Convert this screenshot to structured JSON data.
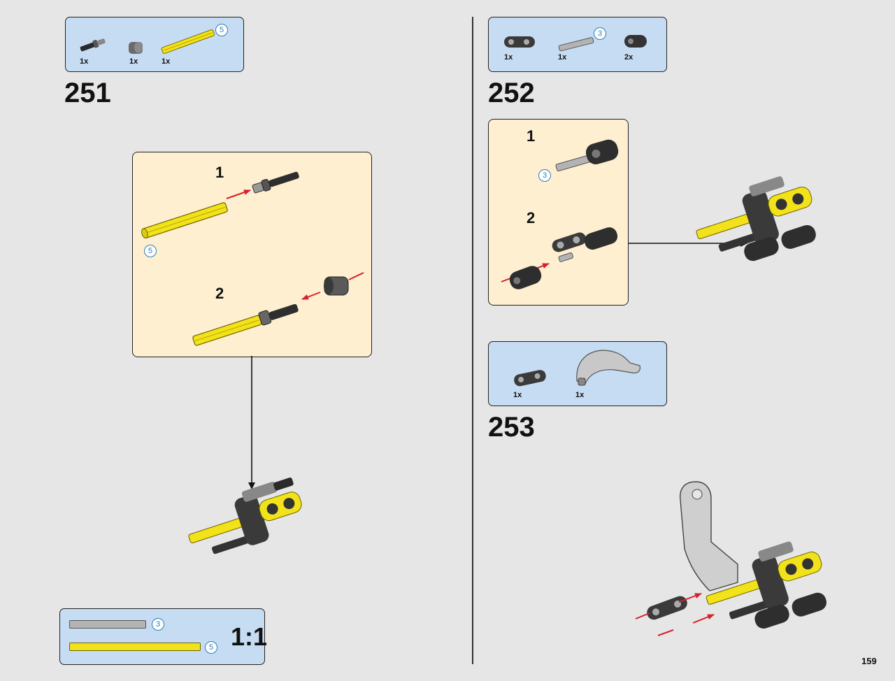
{
  "page_number": "159",
  "steps": [
    {
      "number": "251",
      "parts": [
        {
          "qty": "1x",
          "part": "axle-pin-icon"
        },
        {
          "qty": "1x",
          "part": "bush-icon"
        },
        {
          "qty": "1x",
          "part": "axle-5-icon",
          "length_badge": "5"
        }
      ],
      "substeps": [
        {
          "label": "1",
          "length_badge": "5"
        },
        {
          "label": "2"
        }
      ]
    },
    {
      "number": "252",
      "parts": [
        {
          "qty": "1x",
          "part": "double-beam-icon"
        },
        {
          "qty": "1x",
          "part": "axle-3-icon",
          "length_badge": "3"
        },
        {
          "qty": "2x",
          "part": "link-beam-icon"
        }
      ],
      "substeps": [
        {
          "label": "1",
          "length_badge": "3"
        },
        {
          "label": "2"
        }
      ]
    },
    {
      "number": "253",
      "parts": [
        {
          "qty": "1x",
          "part": "double-beam-icon"
        },
        {
          "qty": "1x",
          "part": "seat-panel-icon"
        }
      ]
    }
  ],
  "scale_guide": {
    "label": "1:1",
    "items": [
      {
        "badge": "3",
        "color": "#b3b3b3"
      },
      {
        "badge": "5",
        "color": "#f2e21a"
      }
    ]
  },
  "colors": {
    "background": "#e6e6e6",
    "parts_box": "#c6dcf3",
    "substep_box": "#fdefd0",
    "yellow": "#f2e21a",
    "dark_grey": "#3a3a3a",
    "light_grey": "#b3b3b3",
    "arrow_red": "#d8202a",
    "badge_blue": "#2a7fb8"
  }
}
